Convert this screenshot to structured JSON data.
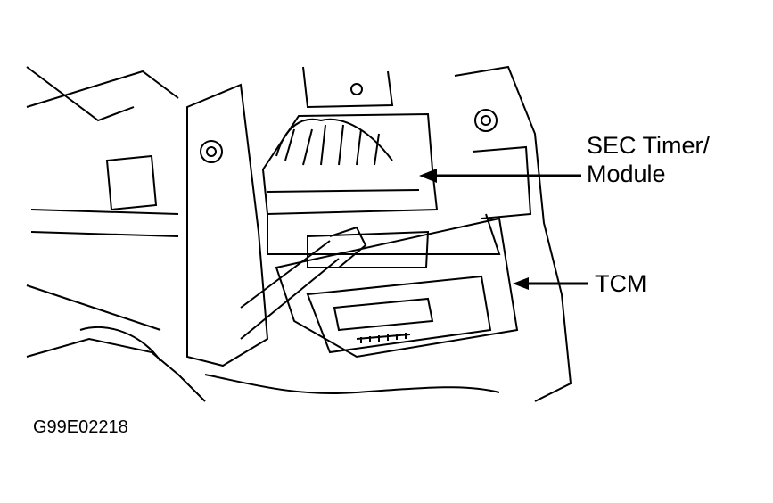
{
  "labels": {
    "sec_timer_line1": "SEC Timer/",
    "sec_timer_line2": "Module",
    "tcm": "TCM"
  },
  "figure_code": "G99E02218"
}
